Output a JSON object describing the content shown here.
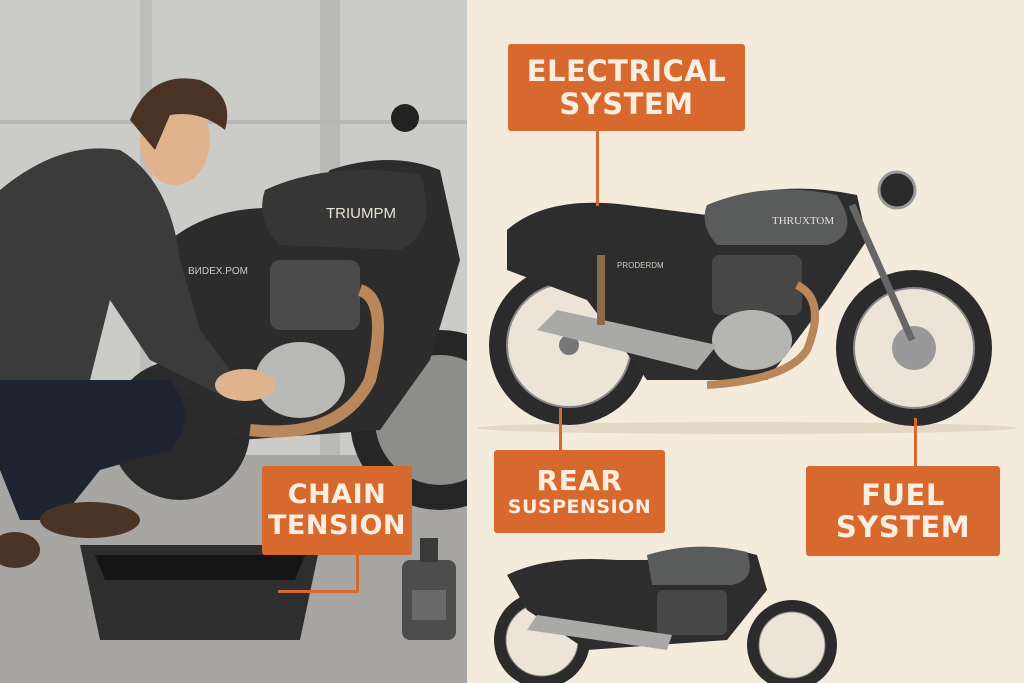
{
  "labels": {
    "electrical": {
      "line1": "ELECTRICAL",
      "line2": "SYSTEM"
    },
    "chain": {
      "line1": "CHAIN",
      "line2": "TENSION"
    },
    "rear": {
      "line1": "REAR",
      "line2": "SUSPENSION"
    },
    "fuel": {
      "line1": "FUEL",
      "line2": "SYSTEM"
    }
  },
  "brand_marks": {
    "left_tank": "TRIUMPM",
    "left_side_panel": "BИDEX.POM",
    "right_tank": "THRUXTOM",
    "right_side_panel": "PRODERDM"
  },
  "colors": {
    "accent": "#d8692e",
    "background_right": "#f4ebdc",
    "background_left": "#c6c6c3"
  }
}
